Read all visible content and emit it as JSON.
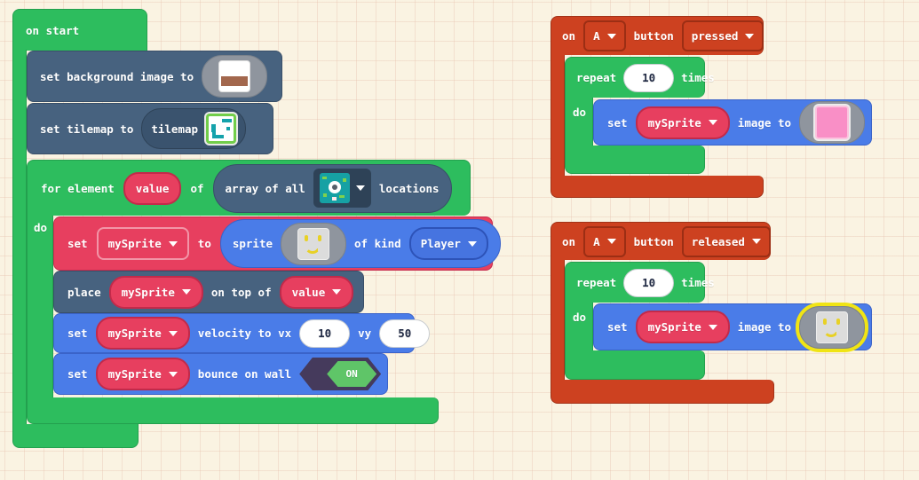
{
  "colors": {
    "workspace_bg": "#faf3e2",
    "grid_line": "#efdccd",
    "loops_green": "#2dbd5e",
    "scene_slate": "#47627f",
    "sprites_crimson": "#e73f5f",
    "sprite_blue": "#4a7ce8",
    "controller_rust": "#cd4120",
    "toggle_on_green": "#5fc568",
    "toggle_dark": "#453a5c",
    "highlight_ring_yellow": "#f0e414",
    "pink_image": "#f98fc6",
    "tile_teal": "#16a1a4"
  },
  "on_start": {
    "label": "on start",
    "set_background": {
      "label": "set background image to"
    },
    "set_tilemap": {
      "label": "set tilemap to",
      "pill": "tilemap"
    },
    "for_element": {
      "prefix": "for element",
      "value_pill": "value",
      "of": "of",
      "array_prefix": "array of all",
      "array_suffix": "locations",
      "do": "do",
      "set_sprite": {
        "set": "set",
        "var": "mySprite",
        "to": "to",
        "sprite": "sprite",
        "of_kind": "of kind",
        "kind": "Player"
      },
      "place": {
        "label": "place",
        "var": "mySprite",
        "mid": "on top of",
        "value": "value"
      },
      "velocity": {
        "set": "set",
        "var": "mySprite",
        "mid": "velocity to vx",
        "vx": "10",
        "vy_label": "vy",
        "vy": "50"
      },
      "bounce": {
        "set": "set",
        "var": "mySprite",
        "mid": "bounce on wall",
        "toggle": "ON"
      }
    }
  },
  "on_a_pressed": {
    "on": "on",
    "button_choice": "A",
    "button": "button",
    "event_choice": "pressed",
    "repeat": {
      "repeat": "repeat",
      "count": "10",
      "times": "times",
      "do": "do"
    },
    "set_image": {
      "set": "set",
      "var": "mySprite",
      "mid": "image to"
    }
  },
  "on_a_released": {
    "on": "on",
    "button_choice": "A",
    "button": "button",
    "event_choice": "released",
    "repeat": {
      "repeat": "repeat",
      "count": "10",
      "times": "times",
      "do": "do"
    },
    "set_image": {
      "set": "set",
      "var": "mySprite",
      "mid": "image to"
    }
  }
}
